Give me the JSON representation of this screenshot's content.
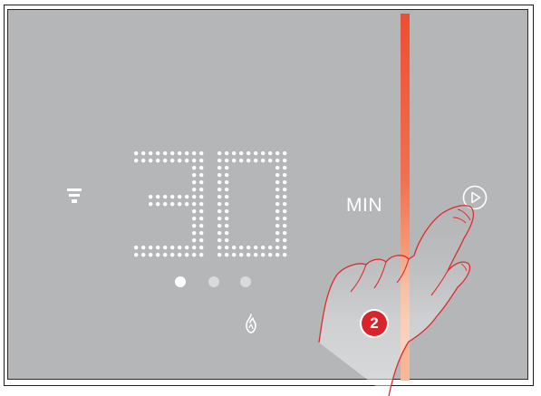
{
  "display": {
    "value": "30",
    "unit_label": "MIN",
    "pagination": {
      "count": 3,
      "active_index": 0
    },
    "icons": {
      "left": "fan-speed-icon",
      "mode": "flame-icon",
      "confirm": "play-icon"
    }
  },
  "annotation": {
    "step_number": "2"
  },
  "colors": {
    "panel": "#b5b6b8",
    "text": "#ffffff",
    "light_bar_top": "#ee4e33",
    "light_bar_bottom": "#f8b08c",
    "badge": "#d8252b",
    "inactive_dot": "#d9dadb"
  }
}
